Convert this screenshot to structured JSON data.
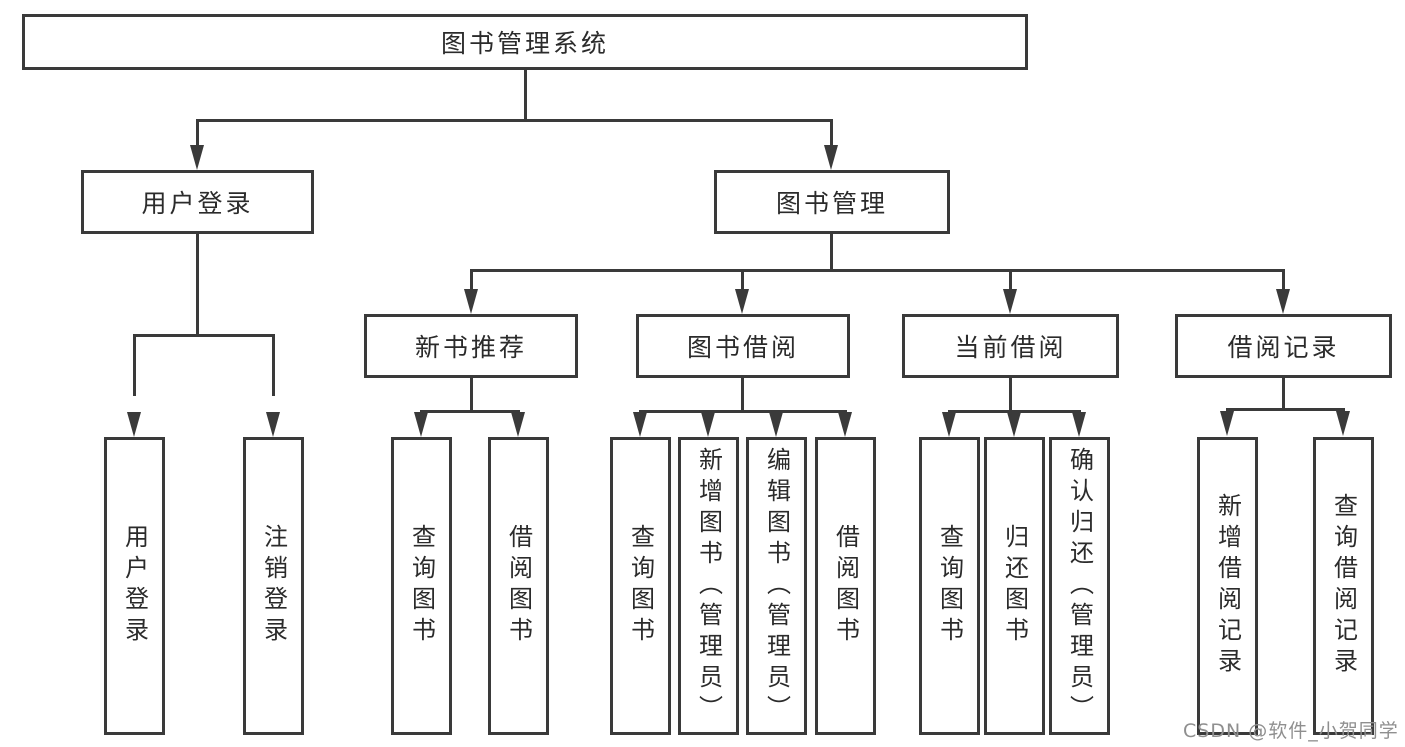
{
  "title": "图书管理系统",
  "colors": {
    "line": "#3a3a3a",
    "text": "#2b2b2b",
    "box_background": "#ffffff",
    "page_background": "#ffffff",
    "watermark": "#8f8f8f"
  },
  "tree": {
    "label": "图书管理系统",
    "children": [
      {
        "label": "用户登录",
        "children": [
          {
            "label": "用户登录"
          },
          {
            "label": "注销登录"
          }
        ]
      },
      {
        "label": "图书管理",
        "children": [
          {
            "label": "新书推荐",
            "children": [
              {
                "label": "查询图书"
              },
              {
                "label": "借阅图书"
              }
            ]
          },
          {
            "label": "图书借阅",
            "children": [
              {
                "label": "查询图书"
              },
              {
                "label": "新增图书（管理员）"
              },
              {
                "label": "编辑图书（管理员）"
              },
              {
                "label": "借阅图书"
              }
            ]
          },
          {
            "label": "当前借阅",
            "children": [
              {
                "label": "查询图书"
              },
              {
                "label": "归还图书"
              },
              {
                "label": "确认归还（管理员）"
              }
            ]
          },
          {
            "label": "借阅记录",
            "children": [
              {
                "label": "新增借阅记录"
              },
              {
                "label": "查询借阅记录"
              }
            ]
          }
        ]
      }
    ]
  },
  "watermark": {
    "text": "CSDN @软件_小贺同学"
  }
}
